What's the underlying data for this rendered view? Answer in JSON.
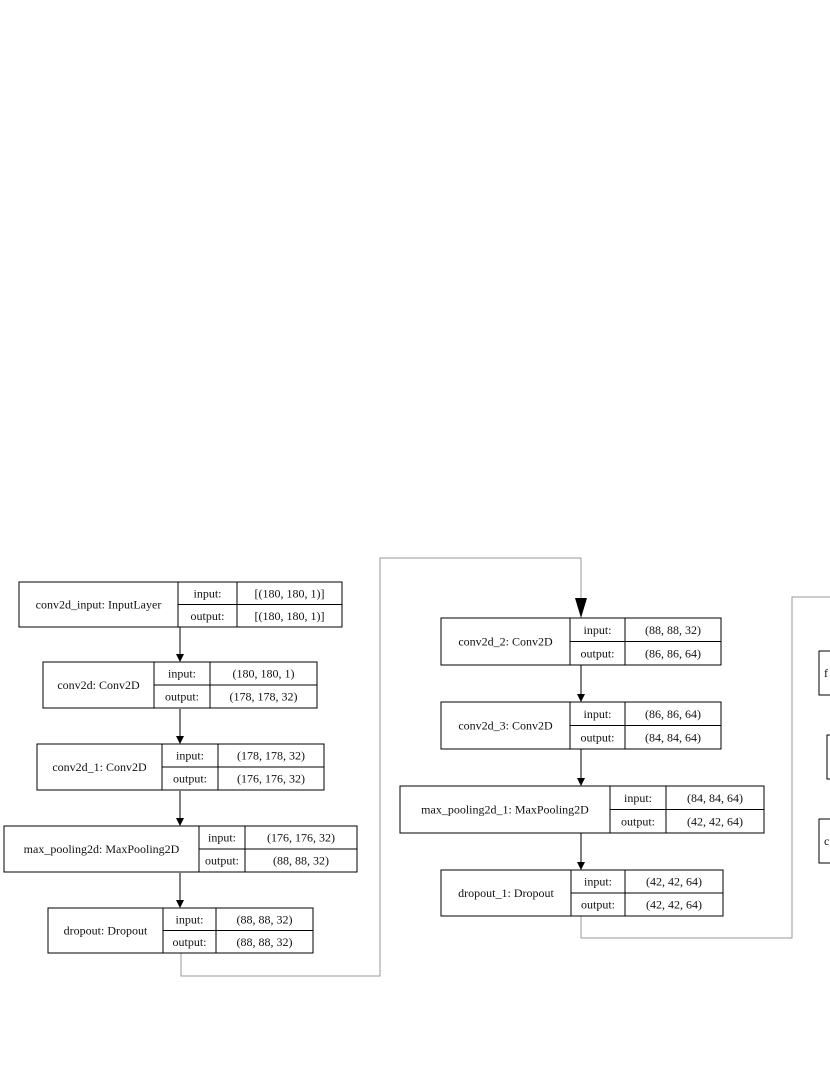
{
  "nodes": [
    {
      "id": "conv2d_input",
      "name": "conv2d_input: InputLayer",
      "input_label": "input:",
      "input_value": "[(180, 180, 1)]",
      "output_label": "output:",
      "output_value": "[(180, 180, 1)]"
    },
    {
      "id": "conv2d",
      "name": "conv2d: Conv2D",
      "input_label": "input:",
      "input_value": "(180, 180, 1)",
      "output_label": "output:",
      "output_value": "(178, 178, 32)"
    },
    {
      "id": "conv2d_1",
      "name": "conv2d_1: Conv2D",
      "input_label": "input:",
      "input_value": "(178, 178, 32)",
      "output_label": "output:",
      "output_value": "(176, 176, 32)"
    },
    {
      "id": "max_pooling2d",
      "name": "max_pooling2d: MaxPooling2D",
      "input_label": "input:",
      "input_value": "(176, 176, 32)",
      "output_label": "output:",
      "output_value": "(88, 88, 32)"
    },
    {
      "id": "dropout",
      "name": "dropout: Dropout",
      "input_label": "input:",
      "input_value": "(88, 88, 32)",
      "output_label": "output:",
      "output_value": "(88, 88, 32)"
    },
    {
      "id": "conv2d_2",
      "name": "conv2d_2: Conv2D",
      "input_label": "input:",
      "input_value": "(88, 88, 32)",
      "output_label": "output:",
      "output_value": "(86, 86, 64)"
    },
    {
      "id": "conv2d_3",
      "name": "conv2d_3: Conv2D",
      "input_label": "input:",
      "input_value": "(86, 86, 64)",
      "output_label": "output:",
      "output_value": "(84, 84, 64)"
    },
    {
      "id": "max_pooling2d_1",
      "name": "max_pooling2d_1: MaxPooling2D",
      "input_label": "input:",
      "input_value": "(84, 84, 64)",
      "output_label": "output:",
      "output_value": "(42, 42, 64)"
    },
    {
      "id": "dropout_1",
      "name": "dropout_1: Dropout",
      "input_label": "input:",
      "input_value": "(42, 42, 64)",
      "output_label": "output:",
      "output_value": "(42, 42, 64)"
    }
  ],
  "partial_nodes": [
    {
      "id": "partial_1",
      "label": "f"
    },
    {
      "id": "partial_2",
      "label": ""
    },
    {
      "id": "partial_3",
      "label": "c"
    }
  ]
}
